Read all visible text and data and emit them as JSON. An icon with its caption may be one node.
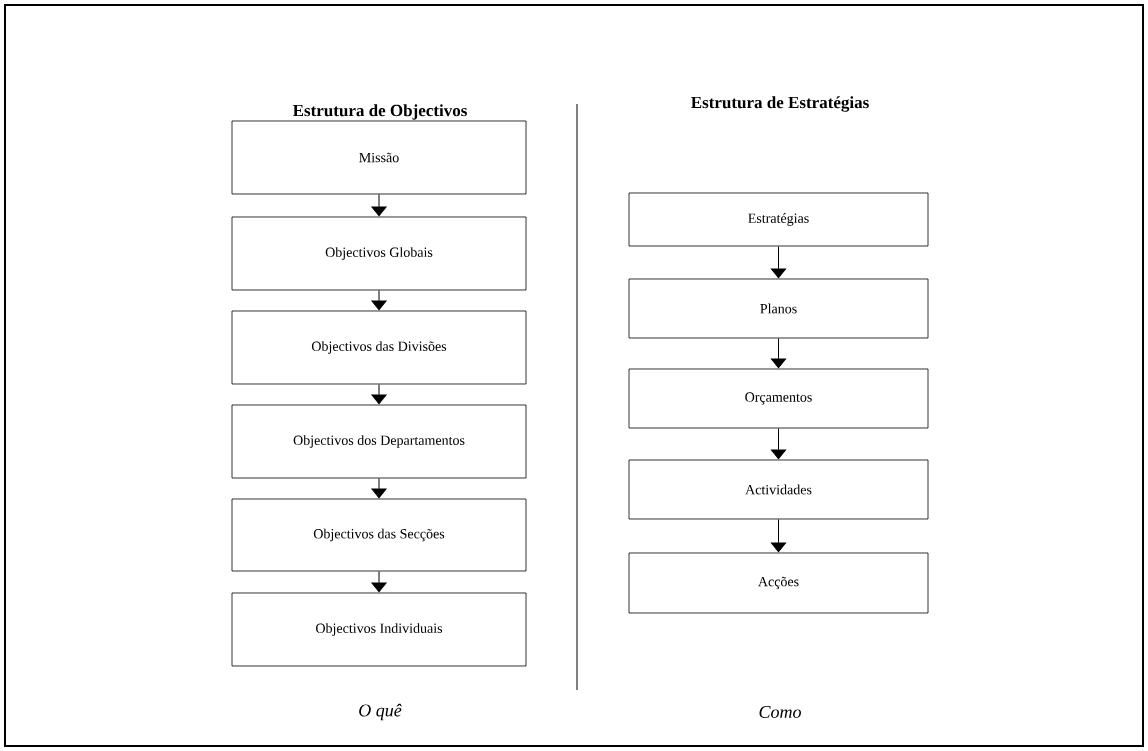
{
  "diagram": {
    "nodes": [
      {
        "text": [
          "Missão"
        ]
      },
      {
        "text": [
          "Objectivos Globais"
        ]
      },
      {
        "text": [
          "Objectivos das Divisões"
        ]
      },
      {
        "text": [
          "Objectivos dos Departamentos"
        ]
      },
      {
        "text": [
          "Objectivos das Secções"
        ]
      },
      {
        "text": [
          "Objectivos Individuais"
        ]
      },
      {
        "text": [
          "Estratégias"
        ]
      },
      {
        "text": [
          "Planos"
        ]
      },
      {
        "text": [
          "Orçamentos"
        ]
      },
      {
        "text": [
          "Actividades"
        ]
      },
      {
        "text": [
          "Acções"
        ]
      }
    ],
    "edges": [
      {
        "from": 0,
        "to": 1,
        "arrow": "to"
      },
      {
        "from": 1,
        "to": 2,
        "arrow": "to"
      },
      {
        "from": 2,
        "to": 3,
        "arrow": "to"
      },
      {
        "from": 3,
        "to": 4,
        "arrow": "to"
      },
      {
        "from": 4,
        "to": 5,
        "arrow": "to"
      },
      {
        "from": 6,
        "to": 7,
        "arrow": "to"
      },
      {
        "from": 7,
        "to": 8,
        "arrow": "to"
      },
      {
        "from": 8,
        "to": 9,
        "arrow": "to"
      },
      {
        "from": 9,
        "to": 10,
        "arrow": "to"
      }
    ],
    "labels": [
      "Estrutura de Objectivos",
      "Estrutura de Estratégias",
      "O quê",
      "Como"
    ]
  }
}
